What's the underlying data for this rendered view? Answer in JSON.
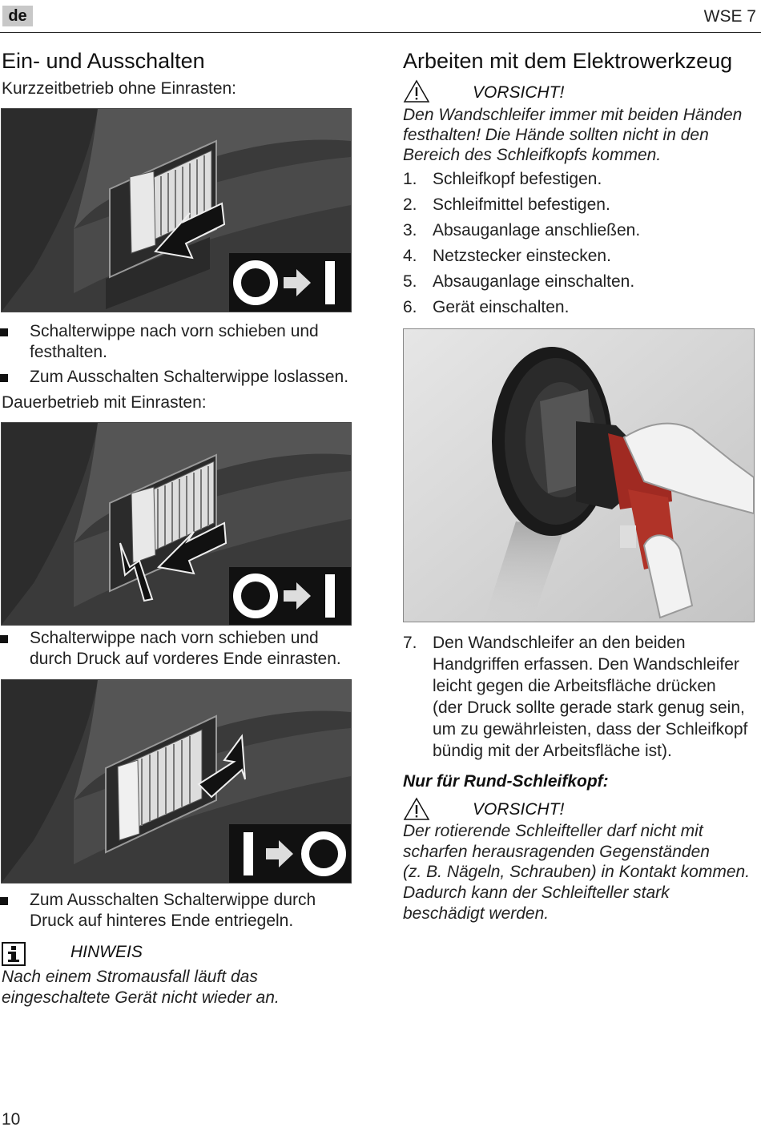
{
  "header": {
    "lang": "de",
    "model": "WSE 7"
  },
  "left": {
    "title": "Ein- und Ausschalten",
    "sub1": "Kurzzeitbetrieb ohne Einrasten:",
    "bullets1": [
      [
        "Schalterwippe nach vorn schieben und",
        "festhalten."
      ],
      [
        "Zum Ausschalten Schalterwippe loslassen."
      ]
    ],
    "sub2": "Dauerbetrieb mit Einrasten:",
    "bullets2": [
      [
        "Schalterwippe nach vorn schieben und",
        "durch Druck auf vorderes Ende einrasten."
      ]
    ],
    "bullets3": [
      [
        "Zum Ausschalten Schalterwippe durch",
        "Druck auf hinteres Ende entriegeln."
      ]
    ],
    "note_label": "HINWEIS",
    "note_text": [
      "Nach einem Stromausfall läuft das",
      "eingeschaltete Gerät nicht wieder an."
    ]
  },
  "right": {
    "title": "Arbeiten mit dem Elektrowerkzeug",
    "caution_label": "VORSICHT!",
    "caution_text": [
      "Den Wandschleifer immer mit beiden Händen",
      "festhalten! Die Hände sollten nicht in den",
      "Bereich des Schleifkopfs kommen."
    ],
    "steps": [
      {
        "n": "1.",
        "t": "Schleifkopf befestigen."
      },
      {
        "n": "2.",
        "t": "Schleifmittel befestigen."
      },
      {
        "n": "3.",
        "t": "Absauganlage anschließen."
      },
      {
        "n": "4.",
        "t": "Netzstecker einstecken."
      },
      {
        "n": "5.",
        "t": "Absauganlage einschalten."
      },
      {
        "n": "6.",
        "t": "Gerät einschalten."
      }
    ],
    "step7_n": "7.",
    "step7_lines": [
      "Den Wandschleifer an den beiden",
      "Handgriffen erfassen. Den Wandschleifer",
      "leicht gegen die Arbeitsfläche drücken",
      "(der Druck sollte gerade stark genug sein,",
      "um zu gewährleisten, dass der Schleifkopf",
      "bündig mit der Arbeitsfläche ist)."
    ],
    "subhead": "Nur für Rund-Schleifkopf:",
    "caution2_label": "VORSICHT!",
    "caution2_text": [
      "Der rotierende Schleifteller darf nicht mit",
      "scharfen herausragenden Gegenständen",
      "(z. B. Nägeln, Schrauben) in Kontakt kommen.",
      "Dadurch kann der Schleifteller stark",
      "beschädigt werden."
    ]
  },
  "page_number": "10",
  "icons": {
    "warning": "warning-triangle-icon",
    "info": "info-icon"
  }
}
